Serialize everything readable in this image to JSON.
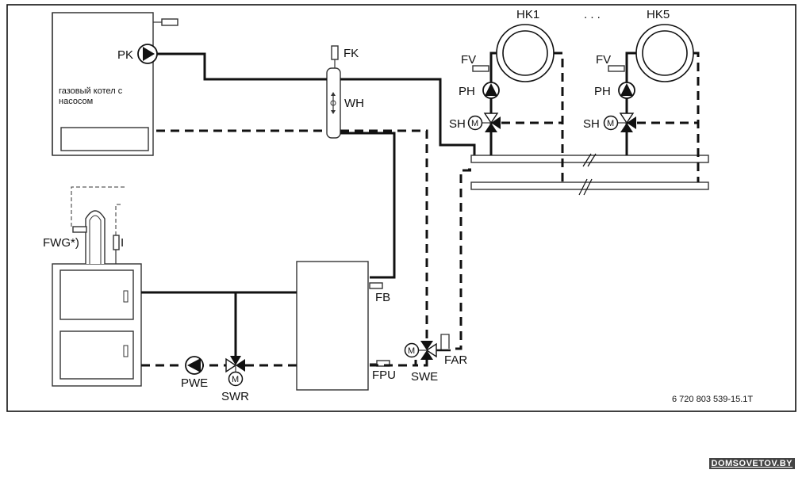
{
  "labels": {
    "pk": "PK",
    "fk": "FK",
    "wh": "WH",
    "hk1": "HK1",
    "ellipsis": ". . .",
    "hk5": "HK5",
    "fv1": "FV",
    "fv5": "FV",
    "ph1": "PH",
    "ph5": "PH",
    "sh1": "SH",
    "sh5": "SH",
    "boiler_line1": "газовый котел с",
    "boiler_line2": "насосом",
    "fwg": "FWG*)",
    "i": "I",
    "fb": "FB",
    "fpu": "FPU",
    "swe": "SWE",
    "far": "FAR",
    "pwe": "PWE",
    "swr": "SWR",
    "motor": "M",
    "doc_code": "6 720 803 539-15.1T"
  },
  "watermark": "DOMSOVETOV.BY"
}
